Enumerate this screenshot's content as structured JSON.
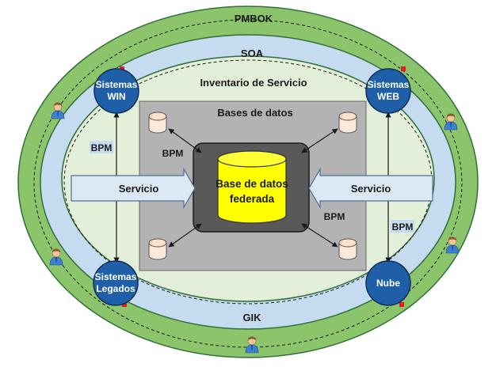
{
  "rings": {
    "outer": "PMBOK",
    "second": "SOA",
    "third": "Inventario de Servicio",
    "bottom": "GIK"
  },
  "databases": {
    "title": "Bases de datos",
    "federated_line1": "Base de datos",
    "federated_line2": "federada"
  },
  "nodes": {
    "top_left_line1": "Sistemas",
    "top_left_line2": "WIN",
    "top_right_line1": "Sistemas",
    "top_right_line2": "WEB",
    "bottom_left_line1": "Sistemas",
    "bottom_left_line2": "Legados",
    "bottom_right": "Nube"
  },
  "services": {
    "left": "Servicio",
    "right": "Servicio"
  },
  "bpm": {
    "left": "BPM",
    "inner_left": "BPM",
    "inner_right": "BPM",
    "right": "BPM"
  },
  "colors": {
    "pmbok_ring": "#8cc46c",
    "soa_ring": "#c5dbef",
    "inventory": "#e4efd9",
    "db_panel": "#b3b3b3",
    "federated_box": "#595959",
    "federated_cylinder": "#ffff00",
    "node_fill": "#1f5fa8",
    "service_arrow": "#dce9f5"
  }
}
